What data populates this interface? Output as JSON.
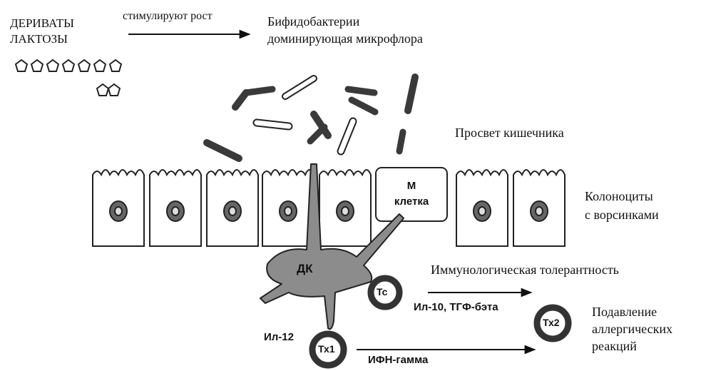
{
  "labels": {
    "lactose_line1": "ДЕРИВАТЫ",
    "lactose_line2": "ЛАКТОЗЫ",
    "stimulate": "стимулируют рост",
    "bifido_line1": "Бифидобактерии",
    "bifido_line2": "доминирующая микрофлора",
    "lumen": "Просвет кишечника",
    "colonocytes_line1": "Колоноциты",
    "colonocytes_line2": "с ворсинками",
    "m_cell_line1": "М",
    "m_cell_line2": "клетка",
    "dc": "ДК",
    "tolerance": "Иммунологическая толерантность",
    "il10": "Ил-10, ТГФ-бэта",
    "il12": "Ил-12",
    "ifn": "ИФН-гамма",
    "suppress_line1": "Подавление",
    "suppress_line2": "аллергических",
    "suppress_line3": "реакций",
    "tc": "Тс",
    "th1": "Тх1",
    "th2": "Тх2"
  },
  "colors": {
    "bacteria_dark": "#3a3a3a",
    "dc_fill": "#8c8c8c",
    "outline": "#222222",
    "tcell_ring": "#333333"
  }
}
